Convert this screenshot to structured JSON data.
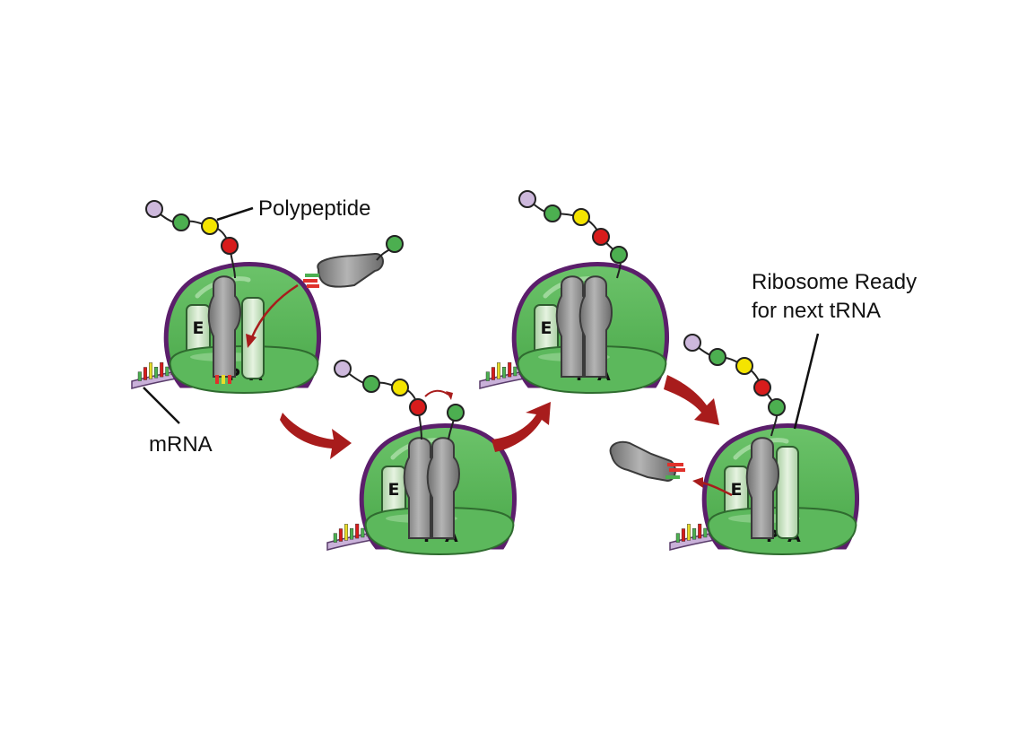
{
  "labels": {
    "polypeptide": "Polypeptide",
    "mrna": "mRNA",
    "ribosome_ready_line1": "Ribosome Ready",
    "ribosome_ready_line2": "for next tRNA"
  },
  "sites": {
    "e": "E",
    "p": "P",
    "a": "A"
  },
  "colors": {
    "ribosome_fill": "#5cb85c",
    "ribosome_outline": "#5b1e6b",
    "trna": "#8e8e8e",
    "mrna": "#c9b1d9",
    "arrow": "#a81c1c",
    "aa_purple": "#cdb8dc",
    "aa_green": "#4caf50",
    "aa_yellow": "#f4e400",
    "aa_red": "#d71c1c"
  },
  "steps": [
    {
      "step": 1,
      "polypeptide": [
        "aa_purple",
        "aa_green",
        "aa_yellow",
        "aa_red"
      ],
      "incoming_trna": "aa_green"
    },
    {
      "step": 2,
      "polypeptide": [
        "aa_purple",
        "aa_green",
        "aa_yellow",
        "aa_red"
      ],
      "a_site_aa": "aa_green"
    },
    {
      "step": 3,
      "polypeptide": [
        "aa_purple",
        "aa_green",
        "aa_yellow",
        "aa_red",
        "aa_green"
      ]
    },
    {
      "step": 4,
      "polypeptide": [
        "aa_purple",
        "aa_green",
        "aa_yellow",
        "aa_red",
        "aa_green"
      ],
      "exiting_trna": true
    }
  ]
}
